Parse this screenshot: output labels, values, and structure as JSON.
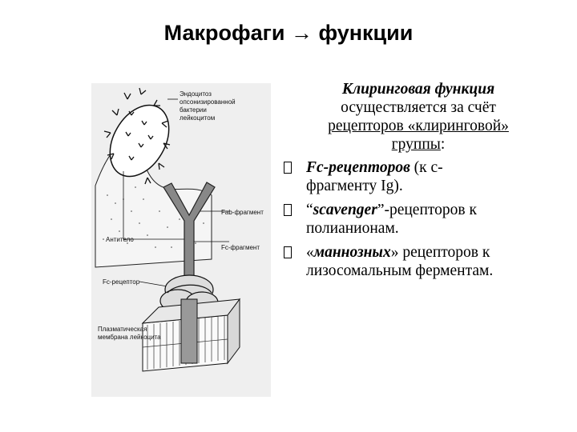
{
  "title": "Макрофаги → функции",
  "figure": {
    "labels": {
      "endocytosis_1": "Эндоцитоз",
      "endocytosis_2": "опсонизированной",
      "endocytosis_3": "бактерии",
      "endocytosis_4": "лейкоцитом",
      "fab": "Fab-фрагмент",
      "fc": "Fc-фрагмент",
      "antibody": "Антитело",
      "fc_receptor": "Fc-рецептор",
      "membrane_1": "Плазматическая",
      "membrane_2": "мембрана лейкоцита"
    }
  },
  "content": {
    "heading": {
      "line1": "Клиринговая функция",
      "line2": "осуществляется за счёт",
      "line3": "рецепторов «клиринговой»",
      "line4_u": "группы",
      "line4_tail": ":"
    },
    "bullets": {
      "b1_bold": "Fc-рецепторов",
      "b1_rest_l1": " (к с-",
      "b1_rest_l2": "фрагменту Ig).",
      "b2_open": "“",
      "b2_bold": "scavenger",
      "b2_rest_l1": "”-рецепторов к",
      "b2_rest_l2": "полианионам.",
      "b3_open": "«",
      "b3_bold": "маннозных",
      "b3_rest_l1": "» рецепторов к",
      "b3_rest_l2": "лизосомальным ферментам."
    }
  }
}
